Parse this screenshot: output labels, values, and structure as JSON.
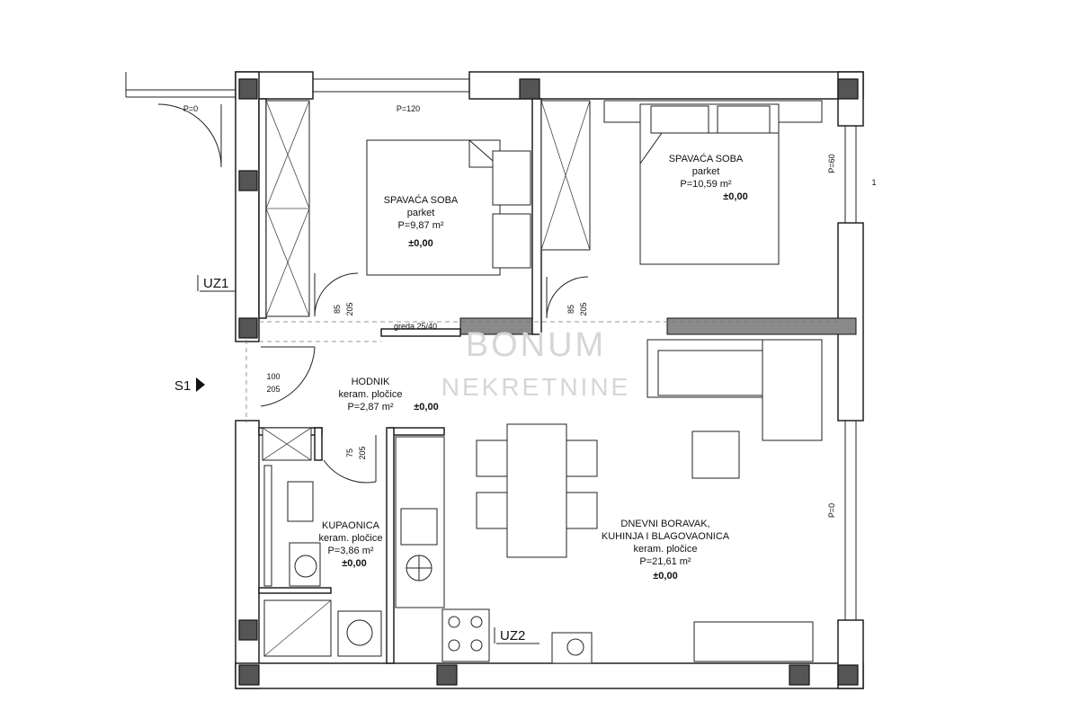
{
  "watermark": {
    "line1": "BONUM",
    "line2": "NEKRETNINE"
  },
  "rooms": [
    {
      "name": "SPAVAĆA SOBA",
      "floor": "parket",
      "area": "P=9,87 m²",
      "level": "±0,00"
    },
    {
      "name": "SPAVAĆA SOBA",
      "floor": "parket",
      "area": "P=10,59 m²",
      "level": "±0,00"
    },
    {
      "name": "HODNIK",
      "floor": "keram. pločice",
      "area": "P=2,87 m²",
      "level": "±0,00"
    },
    {
      "name": "KUPAONICA",
      "floor": "keram. pločice",
      "area": "P=3,86 m²",
      "level": "±0,00"
    },
    {
      "name_line1": "DNEVNI BORAVAK,",
      "name_line2": "KUHINJA I BLAGOVAONICA",
      "floor": "keram. pločice",
      "area": "P=21,61 m²",
      "level": "±0,00"
    }
  ],
  "parapets": {
    "entry": "P=0",
    "top": "P=120",
    "right_top": "P=60",
    "right_bottom": "P=0"
  },
  "door_dims": {
    "bed1": [
      "85",
      "205"
    ],
    "bed2": [
      "85",
      "205"
    ],
    "entry": [
      "100",
      "205"
    ],
    "bath": [
      "75",
      "205"
    ]
  },
  "beam_label": "greda 25/40",
  "section_tags": {
    "uz1": "UZ1",
    "s1": "S1",
    "uz2": "UZ2"
  },
  "edge_mark": "1",
  "colors": {
    "wall_line": "#111111",
    "hatch": "#8a8a8a",
    "watermark": "#d6d6d6"
  }
}
